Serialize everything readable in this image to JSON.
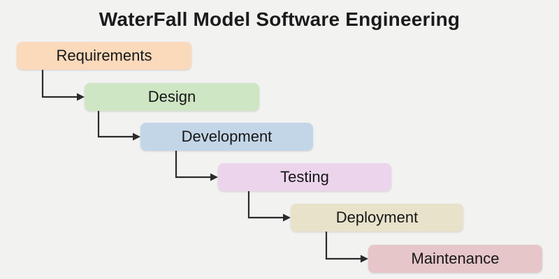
{
  "title": "WaterFall Model Software Engineering",
  "colors": {
    "background": "#f2f2f1",
    "arrow": "#2b2b2b",
    "title_text": "#1b1b1b",
    "label_text": "#161616"
  },
  "stages": [
    {
      "label": "Requirements",
      "color": "#fbd9bb"
    },
    {
      "label": "Design",
      "color": "#cfe6c4"
    },
    {
      "label": "Development",
      "color": "#c3d6e8"
    },
    {
      "label": "Testing",
      "color": "#ecd5ec"
    },
    {
      "label": "Deployment",
      "color": "#e9e2ca"
    },
    {
      "label": "Maintenance",
      "color": "#e6c6c9"
    }
  ]
}
